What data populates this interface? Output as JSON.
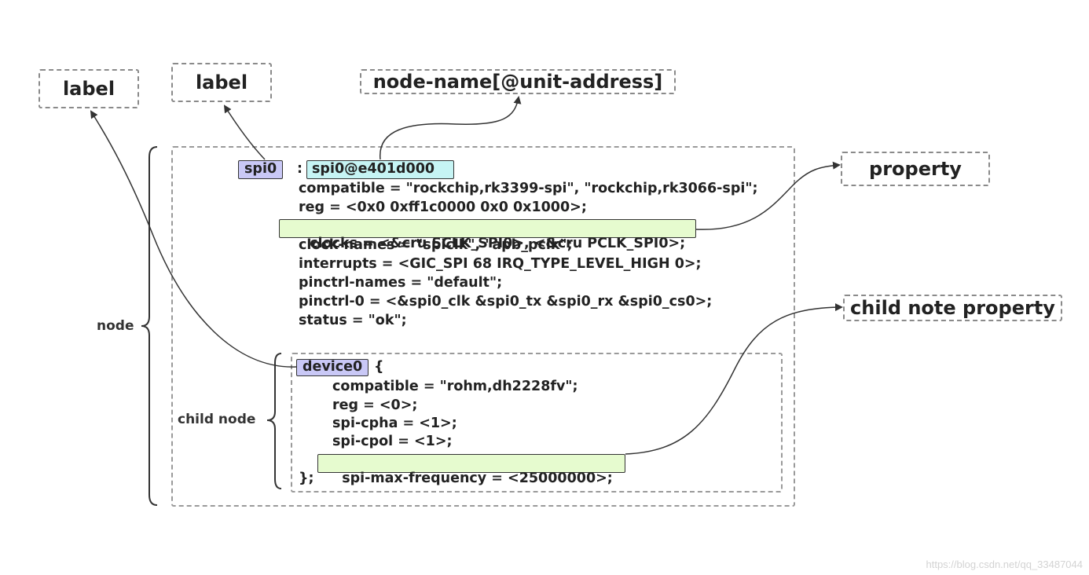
{
  "callouts": {
    "label_left": "label",
    "label_mid": "label",
    "node_name": "node-name[@unit-address]",
    "property": "property",
    "child_property": "child note property"
  },
  "side_labels": {
    "node": "node",
    "child_node": "child node"
  },
  "node": {
    "label": "spi0",
    "colon": ":",
    "name": "spi0@e401d000",
    "lines": [
      "compatible = \"rockchip,rk3399-spi\", \"rockchip,rk3066-spi\";",
      "reg = <0x0 0xff1c0000 0x0 0x1000>;",
      "clocks = <&cru SCLK_SPI0>, <&cru PCLK_SPI0>;",
      "clock-names = \"spiclk\", \"apb_pclk\";",
      "interrupts = <GIC_SPI 68 IRQ_TYPE_LEVEL_HIGH 0>;",
      "pinctrl-names = \"default\";",
      "pinctrl-0 = <&spi0_clk &spi0_tx &spi0_rx &spi0_cs0>;",
      "status = \"ok\";"
    ]
  },
  "child": {
    "label": "device0",
    "brace_open": "{",
    "lines": [
      "compatible = \"rohm,dh2228fv\";",
      "reg = <0>;",
      "spi-cpha = <1>;",
      "spi-cpol = <1>;",
      "spi-max-frequency = <25000000>;"
    ],
    "brace_close": "};"
  },
  "watermark": "https://blog.csdn.net/qq_33487044",
  "colors": {
    "label_fill": "#c9c8f6",
    "name_fill": "#c6f4f4",
    "property_fill": "#e6fbcf",
    "dash_border": "#8a8a8a",
    "arrow": "#333333"
  }
}
